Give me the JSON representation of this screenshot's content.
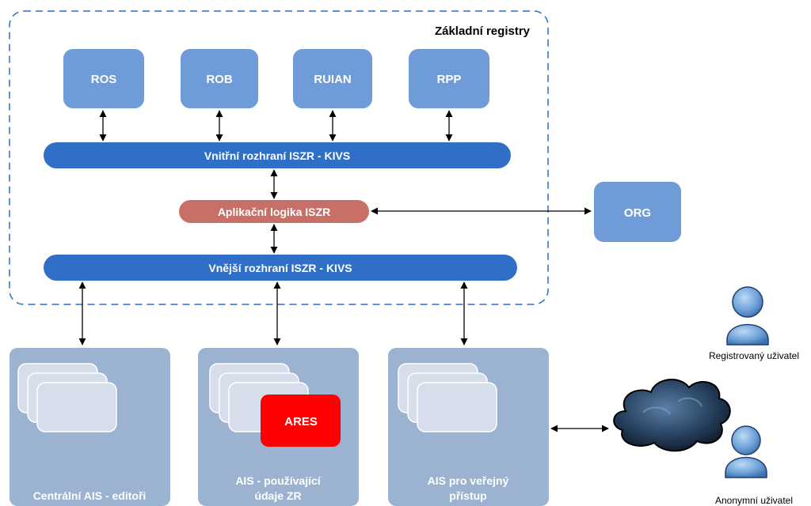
{
  "registry_group": {
    "title": "Základní registry"
  },
  "registries": [
    "ROS",
    "ROB",
    "RUIAN",
    "RPP"
  ],
  "inner_interface": "Vnitřní rozhraní ISZR - KIVS",
  "app_logic": "Aplikační logika ISZR",
  "outer_interface": "Vnější rozhraní ISZR - KIVS",
  "external": "ORG",
  "systems": [
    {
      "line1": "Centrální AIS - editoři",
      "line2": ""
    },
    {
      "line1": "AIS - používající",
      "line2": "údaje ZR"
    },
    {
      "line1": "AIS pro veřejný",
      "line2": "přístup"
    }
  ],
  "ares": "ARES",
  "users": {
    "registered": "Registrovaný uživatel",
    "anonymous": "Anonymní uživatel"
  },
  "cloud": {
    "icon": "cloud-icon"
  },
  "colors": {
    "box_blue": "#6f9bd8",
    "bar_blue": "#2f6fc8",
    "logic_red": "#c87068",
    "system_panel": "#9bb3d1",
    "page_stack": "#d5deea",
    "ares_red": "#ff0000",
    "dashed_border": "#2a6fc4"
  }
}
